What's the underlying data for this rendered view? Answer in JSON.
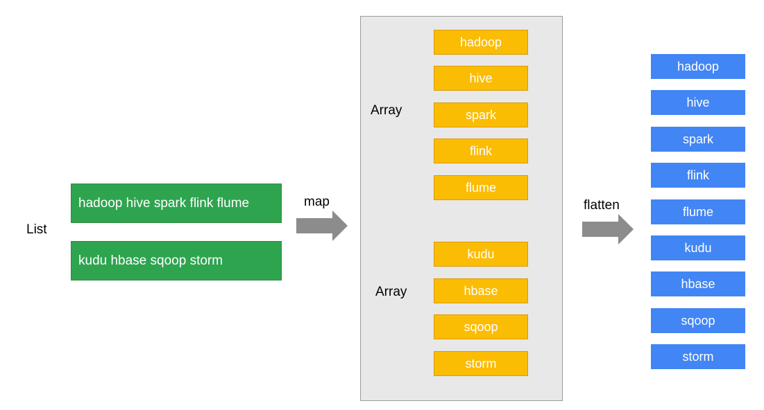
{
  "list_label": "List",
  "list_items": [
    "hadoop hive spark flink flume",
    "kudu hbase sqoop storm"
  ],
  "map_label": "map",
  "array_label_1": "Array",
  "array_label_2": "Array",
  "array_1": [
    "hadoop",
    "hive",
    "spark",
    "flink",
    "flume"
  ],
  "array_2": [
    "kudu",
    "hbase",
    "sqoop",
    "storm"
  ],
  "flatten_label": "flatten",
  "flattened": [
    "hadoop",
    "hive",
    "spark",
    "flink",
    "flume",
    "kudu",
    "hbase",
    "sqoop",
    "storm"
  ],
  "colors": {
    "list_box": "#2ea44f",
    "array_box": "#fbbc04",
    "flat_box": "#4285f4",
    "panel": "#e8e8e8",
    "arrow": "#8c8c8c"
  },
  "icons": {
    "map_arrow": "right-arrow-icon",
    "flatten_arrow": "right-arrow-icon"
  }
}
